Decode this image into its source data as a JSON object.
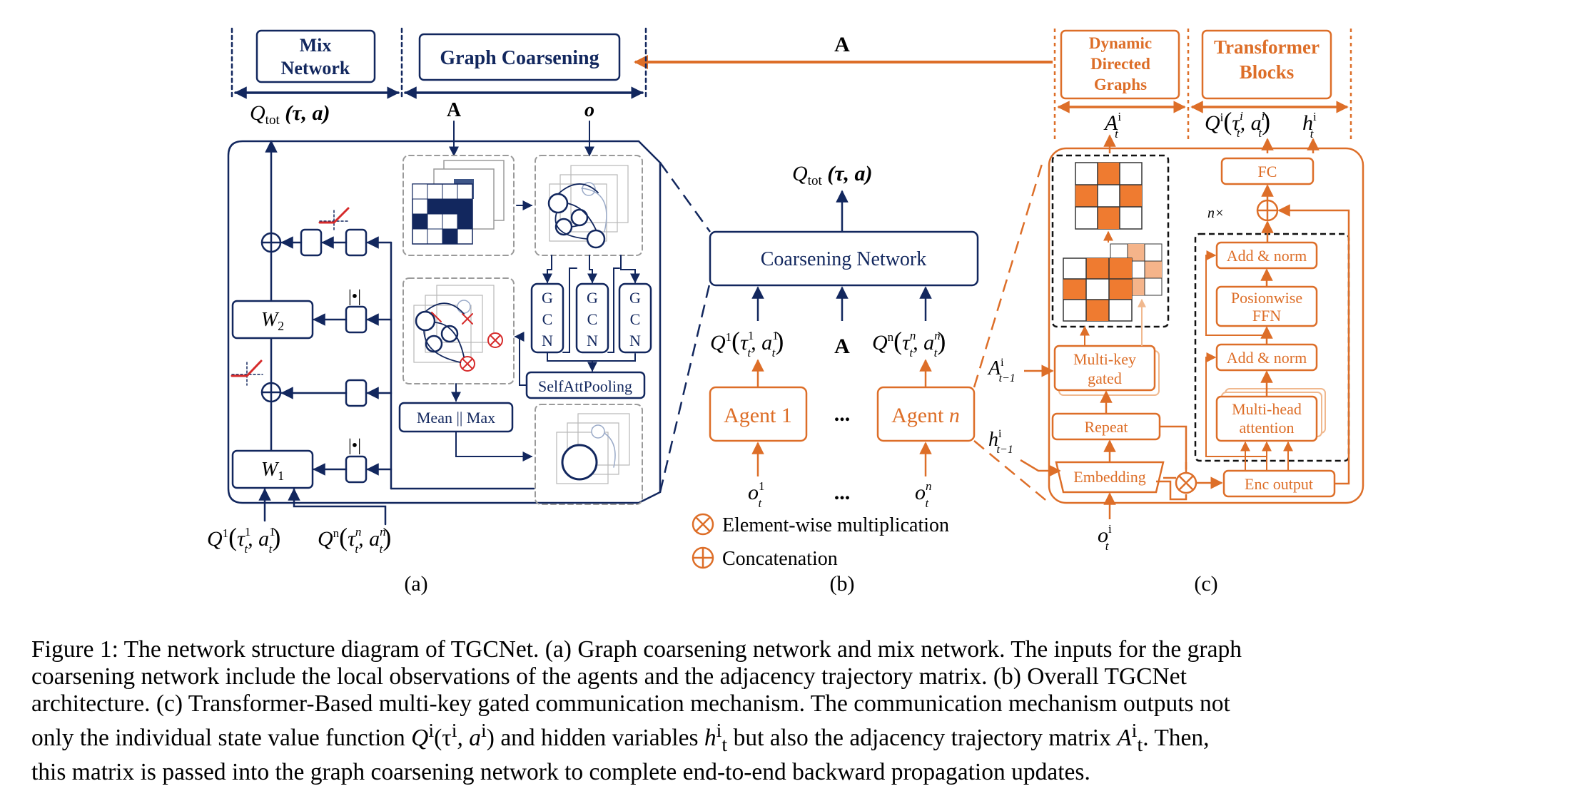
{
  "colors": {
    "navy": "#12275e",
    "orange": "#dd6e28",
    "gray": "#9a9a9a",
    "red": "#d62b2b"
  },
  "panel_a": {
    "mix_network_label": "Mix Network",
    "mix_network_line1": "Mix",
    "mix_network_line2": "Network",
    "graph_coarsening_label": "Graph Coarsening",
    "q_tot": "Q",
    "q_tot_sub": "tot",
    "q_tot_args": "(τ, a)",
    "input_A": "A",
    "input_o": "o",
    "w2_label": "W",
    "w2_sub": "2",
    "w1_label": "W",
    "w1_sub": "1",
    "abs_symbol": "|•|",
    "gcn_letters": [
      "G",
      "C",
      "N"
    ],
    "self_att_pooling": "SelfAttPooling",
    "mean_max": "Mean || Max",
    "input_q1": "Q",
    "input_q1_sup": "1",
    "input_q1_args": "(τ",
    "input_q1_t_sup": "1",
    "input_q1_t_sub": "t",
    "input_q1_a": ", a",
    "input_q1_a_sup": "1",
    "input_q1_a_sub": "t",
    "input_qn": "Q",
    "input_qn_sup": "n",
    "input_qn_args": "(τ",
    "input_qn_t_sup": "n",
    "input_qn_t_sub": "t",
    "input_qn_a": ", a",
    "input_qn_a_sup": "n",
    "input_qn_a_sub": "t",
    "close_paren": ")",
    "caption_label": "(a)"
  },
  "panel_b": {
    "top_A": "A",
    "q_tot": "Q",
    "q_tot_sub": "tot",
    "q_tot_args": "(τ, a)",
    "coarsening_network": "Coarsening Network",
    "q1": "Q",
    "q1_sup": "1",
    "q1_args": "(τ",
    "q1_t_sup": "1",
    "q1_t_sub": "t",
    "q1_a": ", a",
    "q1_a_sup": "1",
    "q1_a_sub": "t",
    "mid_A": "A",
    "qn": "Q",
    "qn_sup": "n",
    "qn_args": "(τ",
    "qn_t_sup": "n",
    "qn_t_sub": "t",
    "qn_a": ", a",
    "qn_a_sup": "n",
    "qn_a_sub": "t",
    "close_paren": ")",
    "agent1": "Agent 1",
    "agent_dots": "...",
    "agent_n_prefix": "Agent ",
    "agent_n_italic": "n",
    "obs1": "o",
    "obs1_sup": "1",
    "obs1_sub": "t",
    "obs_dots": "...",
    "obsn": "o",
    "obsn_sup": "n",
    "obsn_sub": "t",
    "legend_mult": "Element-wise multiplication",
    "legend_concat": "Concatenation",
    "caption_label": "(b)"
  },
  "panel_c": {
    "ddg_line1": "Dynamic",
    "ddg_line2": "Directed",
    "ddg_line3": "Graphs",
    "tb_line1": "Transformer",
    "tb_line2": "Blocks",
    "a_out": "A",
    "a_out_sup": "i",
    "a_out_sub": "t",
    "q_out": "Q",
    "q_out_sup": "i",
    "q_out_args": "(τ",
    "q_out_t_sup": "i",
    "q_out_t_sub": "t",
    "q_out_a": ", a",
    "q_out_a_sup": "i",
    "q_out_a_sub": "t",
    "h_out": "h",
    "h_out_sup": "i",
    "h_out_sub": "t",
    "close_paren": ")",
    "a_in": "A",
    "a_in_sup": "i",
    "a_in_sub": "t−1",
    "h_in": "h",
    "h_in_sup": "i",
    "h_in_sub": "t−1",
    "obs": "o",
    "obs_sup": "i",
    "obs_sub": "t",
    "multi_key_gated_line1": "Multi-key",
    "multi_key_gated_line2": "gated",
    "repeat": "Repeat",
    "embedding": "Embedding",
    "fc": "FC",
    "n_times": "n×",
    "add_norm_top": "Add & norm",
    "ffn_line1": "Posionwise",
    "ffn_line2": "FFN",
    "add_norm_bottom": "Add & norm",
    "mha_line1": "Multi-head",
    "mha_line2": "attention",
    "enc_output": "Enc output",
    "caption_label": "(c)"
  },
  "top_arrow_label": "A",
  "caption": {
    "line1": "Figure 1: The network structure diagram of TGCNet. (a) Graph coarsening network and mix network. The inputs for the graph",
    "line2": "coarsening network include the local observations of the agents and the adjacency trajectory matrix. (b) Overall TGCNet",
    "line3": "architecture. (c) Transformer-Based multi-key gated communication mechanism. The communication mechanism outputs not",
    "line4a": "only the individual state value function",
    "line4_math1": "Q",
    "line4_math1_sup": "i",
    "line4_math1_args": "(τ",
    "line4_math1_t_sup": "i",
    "line4_math1_a": ", a",
    "line4_math1_a_sup": "i",
    "line4_math1_close": ")",
    "line4b": "and hidden variables",
    "line4_math2": "h",
    "line4_math2_sup": "i",
    "line4_math2_sub": "t",
    "line4c": "but also the adjacency trajectory matrix",
    "line4_math3": "A",
    "line4_math3_sup": "i",
    "line4_math3_sub": "t",
    "line4d": ". Then,",
    "line5": "this matrix is passed into the graph coarsening network to complete end-to-end backward propagation updates."
  }
}
